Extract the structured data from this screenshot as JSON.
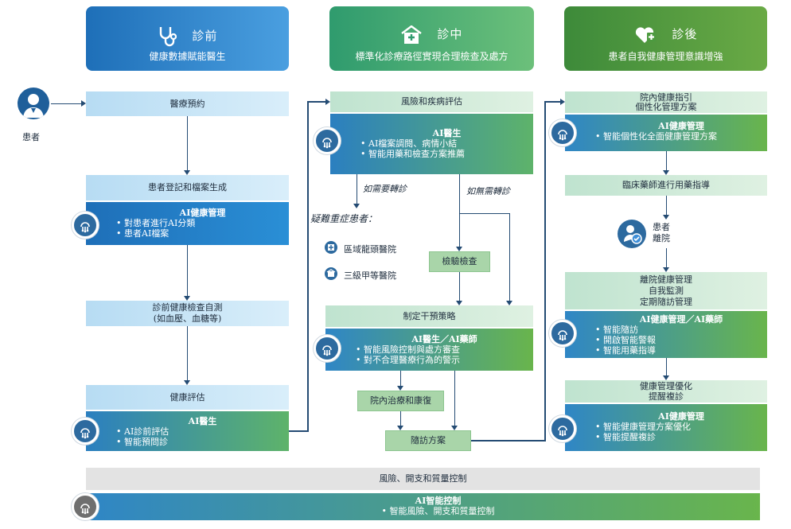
{
  "headers": [
    {
      "title": "診前",
      "subtitle": "健康數據賦能醫生",
      "icon": "stethoscope-icon"
    },
    {
      "title": "診中",
      "subtitle": "標準化診療路徑實現合理檢查及處方",
      "icon": "hospital-icon"
    },
    {
      "title": "診後",
      "subtitle": "患者自我健康管理意識增強",
      "icon": "heart-plus-icon"
    }
  ],
  "patient": {
    "label": "患者",
    "icon": "patient-avatar-icon"
  },
  "col1": {
    "booking": "醫療預約",
    "registration": "患者登記和檔案生成",
    "ai_mgmt": {
      "title": "AI健康管理",
      "items": [
        "對患者進行AI分類",
        "患者AI檔案"
      ]
    },
    "selfcheck": [
      "診前健康檢查自測",
      "(如血壓、血糖等)"
    ],
    "assessment": "健康評估",
    "ai_doctor": {
      "title": "AI醫生",
      "items": [
        "AI診前評估",
        "智能預問診"
      ]
    }
  },
  "col2": {
    "risk": "風險和疾病評估",
    "ai_doctor": {
      "title": "AI醫生",
      "items": [
        "AI檔案調閱、病情小結",
        "智能用藥和檢查方案推薦"
      ]
    },
    "need_referral": "如需要轉診",
    "no_referral": "如無需轉診",
    "difficult": "疑難重症患者：",
    "hospital1": "區域龍頭醫院",
    "hospital2": "三級甲等醫院",
    "exam": "檢驗檢查",
    "strategy": "制定干預策略",
    "ai_doc_pharm": {
      "title": "AI醫生／AI藥師",
      "items": [
        "智能風險控制與處方審查",
        "對不合理醫療行為的警示"
      ]
    },
    "inpatient": "院內治療和康復",
    "followup": "隨訪方案"
  },
  "col3": {
    "guide": [
      "院內健康指引",
      "個性化管理方案"
    ],
    "ai_mgmt": {
      "title": "AI健康管理",
      "items": [
        "智能個性化全面健康管理方案"
      ]
    },
    "pharmacist": "臨床藥師進行用藥指導",
    "discharge_label": [
      "患者",
      "離院"
    ],
    "after_mgmt": [
      "離院健康管理",
      "自我監測",
      "定期隨訪管理"
    ],
    "ai_mgmt_pharm": {
      "title": "AI健康管理／AI藥師",
      "items": [
        "智能隨訪",
        "開啟智能警報",
        "智能用藥指導"
      ]
    },
    "optimize": [
      "健康管理優化",
      "提醒複診"
    ],
    "ai_mgmt2": {
      "title": "AI健康管理",
      "items": [
        "智能健康管理方案優化",
        "智能提醒複診"
      ]
    }
  },
  "bottom": {
    "bar": "風險、開支和質量控制",
    "ai": {
      "title": "AI智能控制",
      "items": [
        "智能風險、開支和質量控制"
      ]
    }
  }
}
